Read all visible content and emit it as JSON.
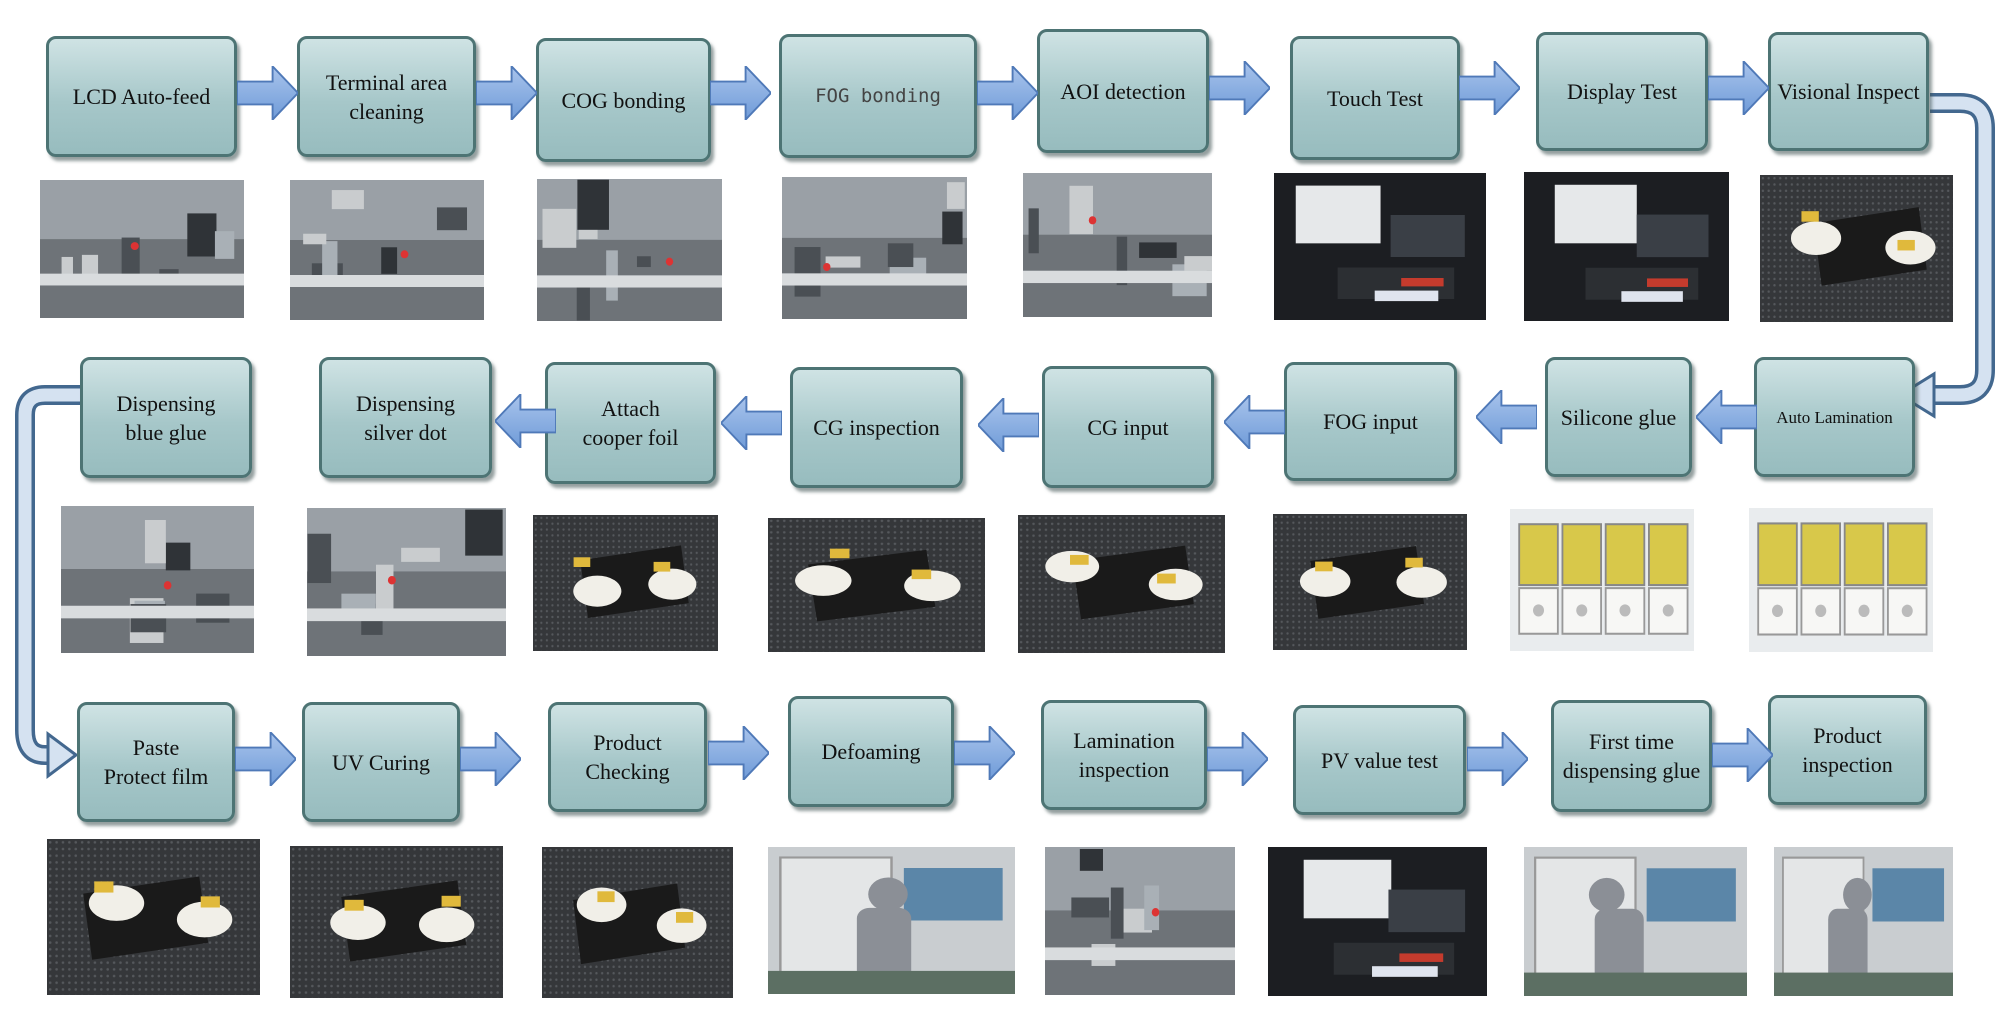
{
  "steps": [
    {
      "label": "LCD Auto-feed"
    },
    {
      "label": "Terminal area\ncleaning"
    },
    {
      "label": "COG bonding"
    },
    {
      "label": "FOG bonding"
    },
    {
      "label": "AOI detection"
    },
    {
      "label": "Touch Test"
    },
    {
      "label": "Display Test"
    },
    {
      "label": "Visional Inspect"
    },
    {
      "label": "Auto Lamination"
    },
    {
      "label": "Silicone glue"
    },
    {
      "label": "FOG input"
    },
    {
      "label": "CG input"
    },
    {
      "label": "CG inspection"
    },
    {
      "label": "Attach\ncooper foil"
    },
    {
      "label": "Dispensing\nsilver dot"
    },
    {
      "label": "Dispensing\nblue glue"
    },
    {
      "label": "Paste\nProtect film"
    },
    {
      "label": "UV Curing"
    },
    {
      "label": "Product\nChecking"
    },
    {
      "label": "Defoaming"
    },
    {
      "label": "Lamination\ninspection"
    },
    {
      "label": "PV value test"
    },
    {
      "label": "First time\ndispensing glue"
    },
    {
      "label": "Product\ninspection"
    }
  ],
  "colors": {
    "box_fill": "#a6c7c9",
    "box_border": "#4d7474",
    "arrow_fill": "#6f9bd8",
    "connector_fill": "#d5e2f1",
    "connector_border": "#43688f"
  },
  "photo_scenes": [
    "equipment",
    "equipment",
    "equipment",
    "equipment",
    "equipment",
    "screen",
    "screen",
    "hands",
    "machine",
    "machine",
    "hands",
    "hands",
    "hands",
    "hands",
    "equipment",
    "equipment",
    "hands",
    "hands",
    "hands",
    "operator",
    "equipment",
    "screen",
    "operator",
    "operator"
  ]
}
